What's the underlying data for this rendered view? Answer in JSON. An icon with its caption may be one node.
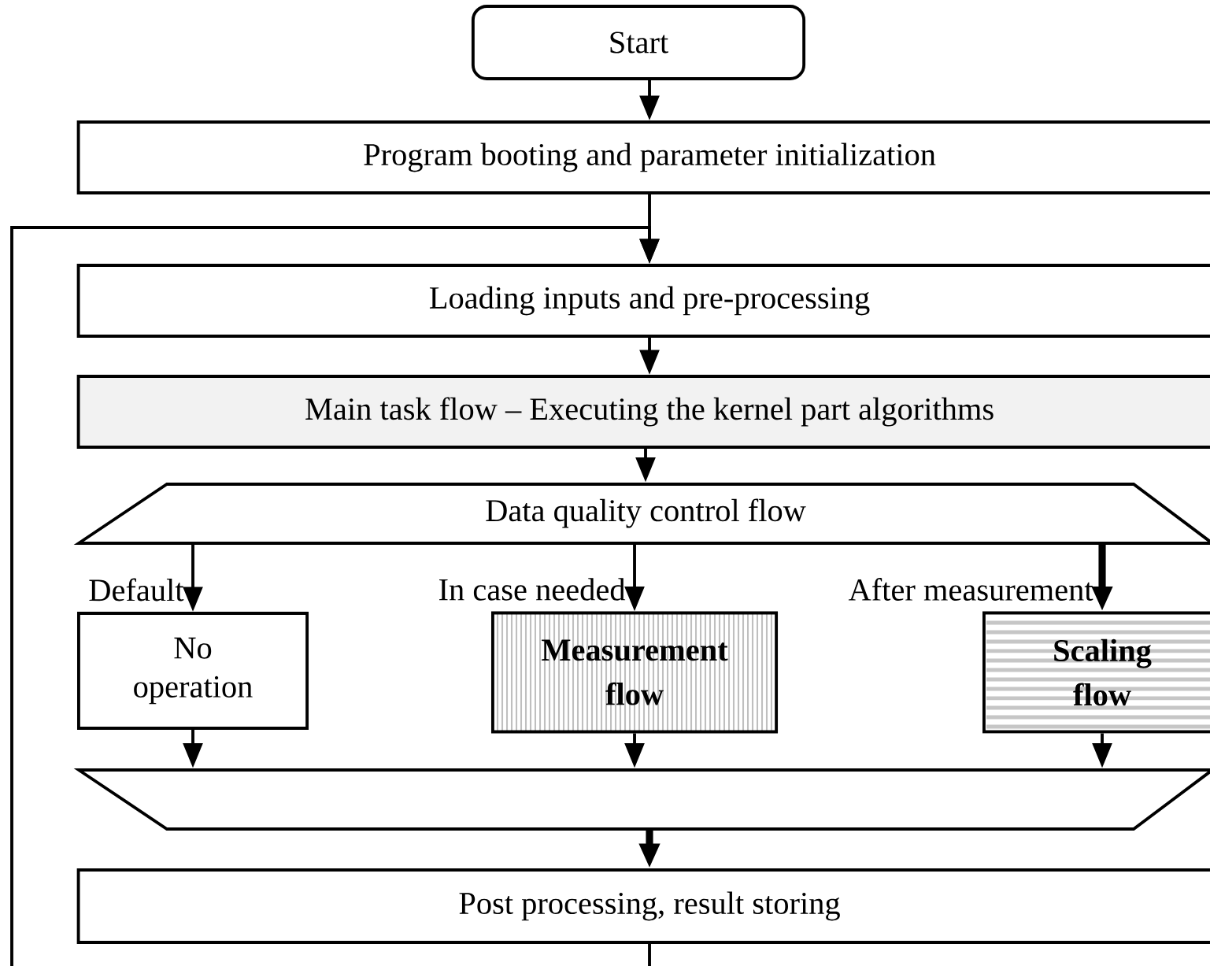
{
  "diagram": {
    "nodes": [
      {
        "text": [
          "Start"
        ]
      },
      {
        "text": [
          "Program booting and parameter initialization"
        ]
      },
      {
        "text": [
          "Loading inputs and pre-processing"
        ]
      },
      {
        "text": [
          "Main task flow – Executing the kernel part algorithms"
        ]
      },
      {
        "text": [
          "Data quality control flow"
        ]
      },
      {
        "text": [
          "No operation"
        ]
      },
      {
        "text": [
          "Measurement flow"
        ]
      },
      {
        "text": [
          "Scaling flow"
        ]
      },
      {
        "text": [],
        "shape": "trapezoid"
      },
      {
        "text": [
          "Post processing, result storing"
        ]
      }
    ],
    "edges": [
      {
        "from": 0,
        "to": 1,
        "arrow": "to"
      },
      {
        "from": 1,
        "to": 2,
        "arrow": "to"
      },
      {
        "from": 2,
        "to": 3,
        "arrow": "to"
      },
      {
        "from": 3,
        "to": 4,
        "arrow": "to"
      },
      {
        "from": 4,
        "to": 5,
        "arrow": "to",
        "label": "Default"
      },
      {
        "from": 4,
        "to": 6,
        "arrow": "to",
        "label": "In case needed"
      },
      {
        "from": 4,
        "to": 7,
        "arrow": "to",
        "label": "After measurement",
        "style": "thick"
      },
      {
        "from": 5,
        "to": 8,
        "arrow": "to"
      },
      {
        "from": 6,
        "to": 8,
        "arrow": "to"
      },
      {
        "from": 7,
        "to": 8,
        "arrow": "to"
      },
      {
        "from": 8,
        "to": 9,
        "arrow": "to",
        "style": "thick"
      },
      {
        "from": 9,
        "to": 2,
        "arrow": "to"
      }
    ]
  }
}
